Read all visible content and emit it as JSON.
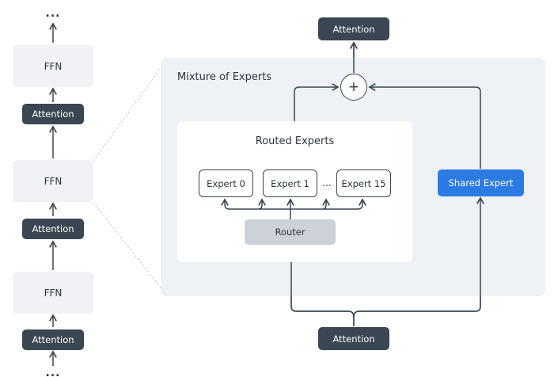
{
  "left_stack": {
    "dots_top": "...",
    "dots_bottom": "...",
    "ffn_label": "FFN",
    "attention_label": "Attention"
  },
  "moe": {
    "title": "Mixture of Experts",
    "plus": "+",
    "top_attention": "Attention",
    "bottom_attention": "Attention",
    "routed": {
      "title": "Routed Experts",
      "experts": [
        "Expert 0",
        "Expert 1",
        "Expert 15"
      ],
      "ellipsis": "...",
      "router": "Router"
    },
    "shared_expert": "Shared Expert"
  },
  "colors": {
    "attention": "#3a4652",
    "ffn": "#f0f2f5",
    "panel": "#eef1f5",
    "router": "#cdd2d8",
    "shared_expert": "#2c7be5",
    "line": "#3a4652"
  }
}
